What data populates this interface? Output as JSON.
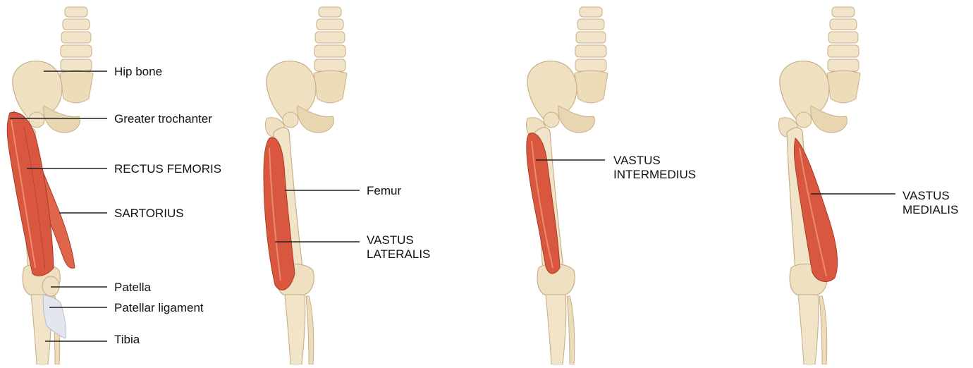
{
  "colors": {
    "bone": "#f1e4c8",
    "bone_shade": "#d9c39b",
    "muscle": "#d9573f",
    "muscle_light": "#ec8a6d",
    "ligament": "#e1e3ef",
    "leader_line": "#222222"
  },
  "panels": [
    {
      "id": "panel-1",
      "labels": [
        {
          "key": "hip-bone",
          "text": "Hip bone"
        },
        {
          "key": "greater-trochanter",
          "text": "Greater trochanter"
        },
        {
          "key": "rectus-femoris",
          "text": "RECTUS FEMORIS"
        },
        {
          "key": "sartorius",
          "text": "SARTORIUS"
        },
        {
          "key": "patella",
          "text": "Patella"
        },
        {
          "key": "patellar-ligament",
          "text": "Patellar ligament"
        },
        {
          "key": "tibia",
          "text": "Tibia"
        }
      ]
    },
    {
      "id": "panel-2",
      "labels": [
        {
          "key": "femur",
          "text": "Femur"
        },
        {
          "key": "vastus-lateralis",
          "text": "VASTUS\nLATERALIS"
        }
      ]
    },
    {
      "id": "panel-3",
      "labels": [
        {
          "key": "vastus-intermedius",
          "text": "VASTUS\nINTERMEDIUS"
        }
      ]
    },
    {
      "id": "panel-4",
      "labels": [
        {
          "key": "vastus-medialis",
          "text": "VASTUS\nMEDIALIS"
        }
      ]
    }
  ]
}
